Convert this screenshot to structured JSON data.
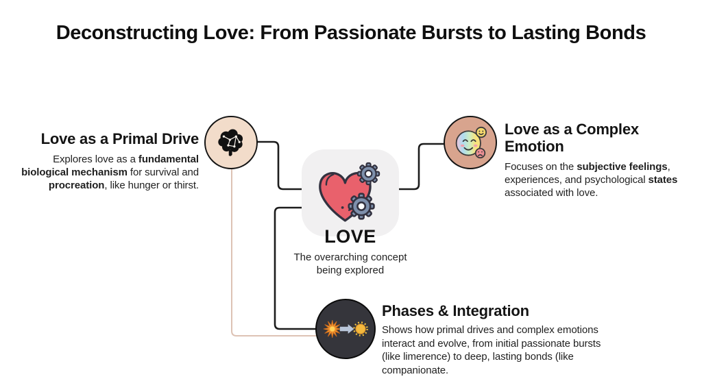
{
  "title": "Deconstructing Love: From Passionate Bursts to Lasting Bonds",
  "center": {
    "label": "LOVE",
    "subtitle": "The overarching concept being explored",
    "icon": "heart-gears-icon"
  },
  "branches": {
    "primal": {
      "heading": "Love as a Primal Drive",
      "icon": "brain-network-icon",
      "desc": [
        {
          "t": "Explores love as a "
        },
        {
          "t": "fundamental biological mechanism",
          "bold": true
        },
        {
          "t": " for survival and "
        },
        {
          "t": "procreation",
          "bold": true
        },
        {
          "t": ", like hunger or thirst."
        }
      ]
    },
    "complex": {
      "heading": "Love as a Complex Emotion",
      "icon": "mood-faces-icon",
      "desc": [
        {
          "t": "Focuses on the "
        },
        {
          "t": "subjective feelings",
          "bold": true
        },
        {
          "t": ", experiences, and psychological "
        },
        {
          "t": "states",
          "bold": true
        },
        {
          "t": " associated with love."
        }
      ]
    },
    "phases": {
      "heading": "Phases & Integration",
      "icon": "burst-to-sun-icon",
      "desc": [
        {
          "t": "Shows how primal drives and complex emotions interact and evolve, from initial passionate bursts (like limerence) to deep, lasting bonds (like companionate."
        }
      ]
    }
  },
  "colors": {
    "connector": "#1c1c1c",
    "accent_connector": "#ddc2b4",
    "primal_circle_bg": "#f2dcca",
    "complex_circle_bg": "#d8a48e",
    "phases_circle_bg": "#35353b",
    "center_box_bg": "#f1f0f1",
    "heart": "#e9616c",
    "gear": "#7e90ac"
  }
}
